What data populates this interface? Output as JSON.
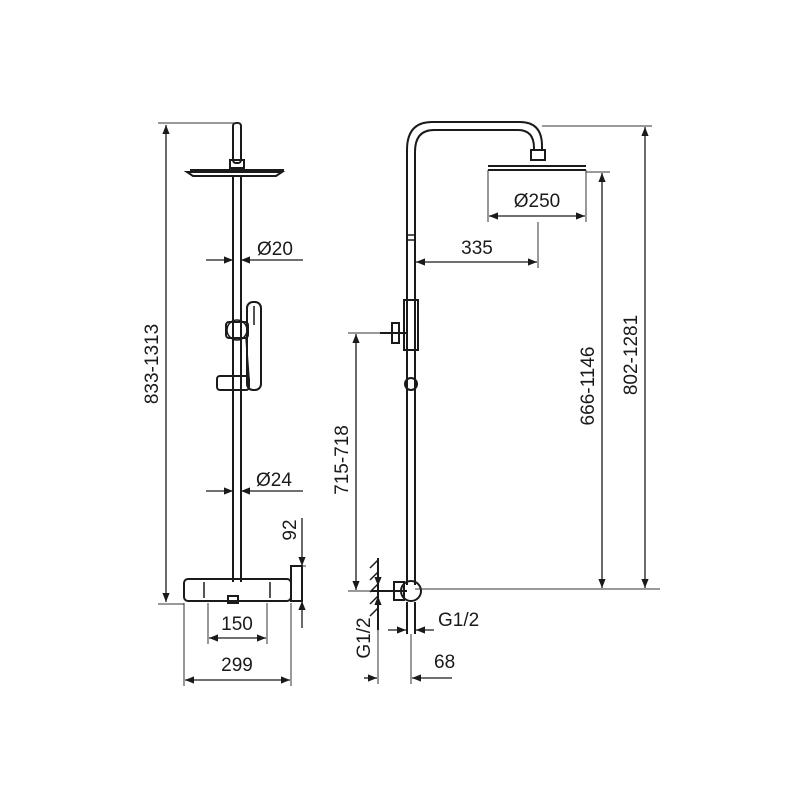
{
  "front_view": {
    "height_label": "833-1313",
    "diameter_top_label": "Ø20",
    "diameter_bottom_label": "Ø24",
    "depth_label": "92",
    "spacing_label": "150",
    "width_label": "299"
  },
  "side_view": {
    "head_diameter_label": "Ø250",
    "arm_reach_label": "335",
    "head_height_label": "666-1146",
    "total_height_label": "802-1281",
    "outlet_height_label": "715-718",
    "thread_left_label": "G1/2",
    "thread_right_label": "G1/2",
    "offset_label": "68"
  },
  "colors": {
    "line": "#1a1a1a",
    "background": "#ffffff"
  }
}
